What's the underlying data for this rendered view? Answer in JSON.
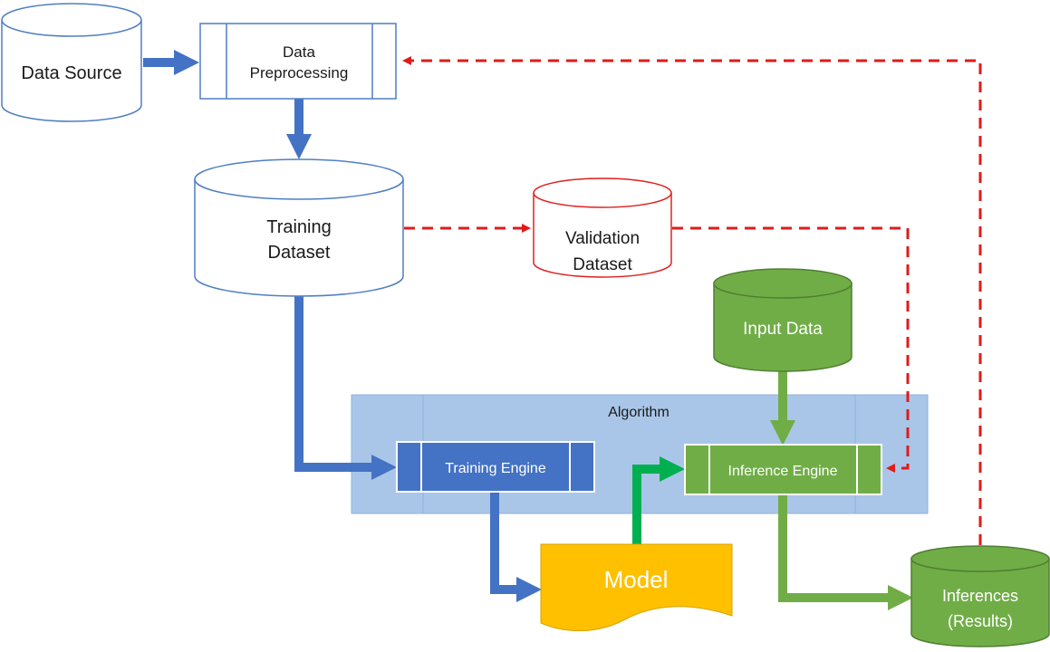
{
  "nodes": {
    "data_source": "Data Source",
    "preprocessing": [
      "Data",
      "Preprocessing"
    ],
    "training_dataset": [
      "Training",
      "Dataset"
    ],
    "validation_dataset": [
      "Validation",
      "Dataset"
    ],
    "input_data": "Input Data",
    "algorithm": "Algorithm",
    "training_engine": "Training Engine",
    "inference_engine": "Inference Engine",
    "model": "Model",
    "inferences": [
      "Inferences",
      "(Results)"
    ]
  },
  "colors": {
    "blue_arrow": "#4472c4",
    "blue_outline": "#4f7ec4",
    "red_dashed": "#e01b1b",
    "red_outline": "#e02020",
    "green": "#70ad47",
    "green_bright": "#00b050",
    "algorithm_fill": "#a9c6e8",
    "training_engine_fill": "#4472c4",
    "model_fill": "#ffc000"
  }
}
